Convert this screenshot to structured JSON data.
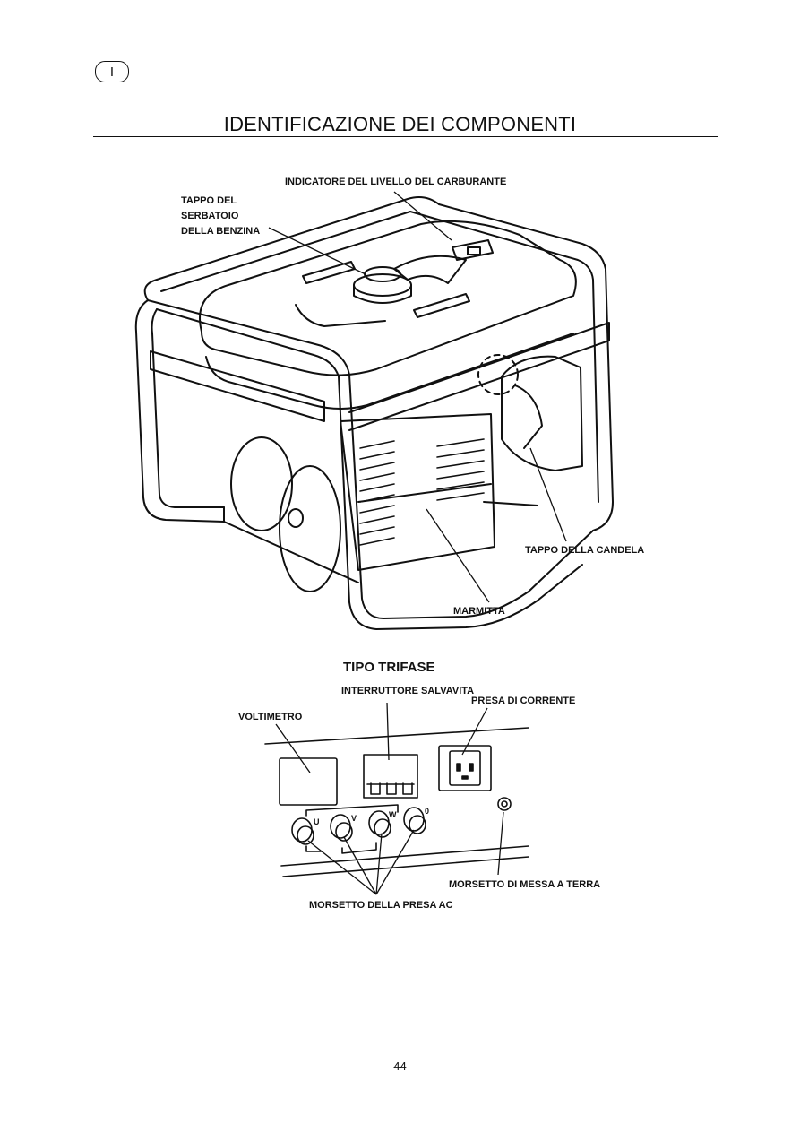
{
  "language_badge": "I",
  "title": "IDENTIFICAZIONE DEI COMPONENTI",
  "generator_labels": {
    "fuel_level": "INDICATORE DEL LIVELLO DEL CARBURANTE",
    "fuel_cap": [
      "TAPPO DEL",
      "SERBATOIO",
      "DELLA BENZINA"
    ],
    "spark_plug_cap": "TAPPO DELLA CANDELA",
    "muffler": "MARMITTA"
  },
  "panel": {
    "section_title": "TIPO TRIFASE",
    "breaker": "INTERRUTTORE SALVAVITA",
    "socket": "PRESA DI CORRENTE",
    "voltmeter": "VOLTIMETRO",
    "ground": "MORSETTO DI MESSA A TERRA",
    "ac_terminal": "MORSETTO DELLA PRESA AC",
    "terminal_letters": [
      "U",
      "V",
      "W",
      "0"
    ]
  },
  "page_number": "44"
}
